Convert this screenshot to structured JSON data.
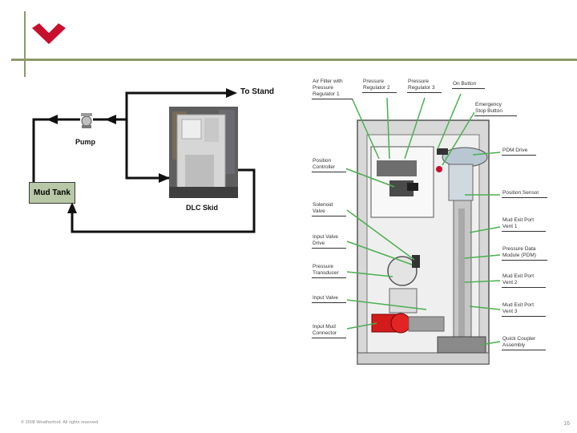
{
  "header": {
    "logo_icon": "weatherford-w-logo",
    "brand_color": "#c8102e",
    "rule_color": "#8a9a6a"
  },
  "flow": {
    "to_stand": "To Stand",
    "pump": "Pump",
    "mud_tank": "Mud Tank",
    "dlc_skid": "DLC Skid"
  },
  "panel": {
    "callouts": [
      "Air Filter with\nPressure\nRegulator 1",
      "Pressure\nRegulator 2",
      "Pressure\nRegulator 3",
      "On Button",
      "Emergency\nStop Button",
      "Position\nController",
      "PDM Drive",
      "Position Sensor",
      "Solenoid\nValve",
      "Mud Exit Port\nVent 1",
      "Input Valve\nDrive",
      "Pressure Data\nModule (PDM)",
      "Pressure\nTransducer",
      "Mud Exit Port\nVent 2",
      "Input Valve",
      "Mud Exit Port\nVent 3",
      "Input Mud\nConnector",
      "Quick Coupler\nAssembly"
    ]
  },
  "footer": {
    "copyright": "© 2008 Weatherford. All rights reserved.",
    "page_number": "16"
  }
}
